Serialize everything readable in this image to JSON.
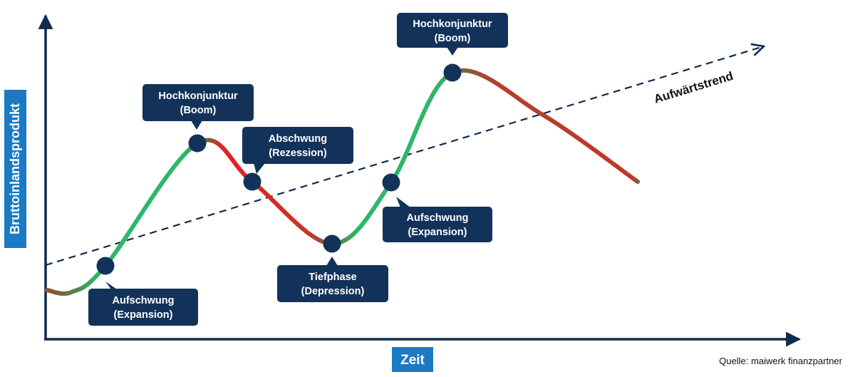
{
  "axes": {
    "y_label": "Bruttoinlandsprodukt",
    "x_label": "Zeit",
    "label_background": "#1a7ac4",
    "axis_color": "#112a4f"
  },
  "trend": {
    "label": "Aufwärtstrend",
    "color": "#112a4f"
  },
  "curve": {
    "colors": {
      "growth": "#2eb66a",
      "mid": "#6e6a3a",
      "decline": "#e32222"
    }
  },
  "callouts": [
    {
      "id": "aufschwung-1",
      "line1": "Aufschwung",
      "line2": "(Expansion)"
    },
    {
      "id": "hochkonjunktur-1",
      "line1": "Hochkonjunktur",
      "line2": "(Boom)"
    },
    {
      "id": "abschwung",
      "line1": "Abschwung",
      "line2": "(Rezession)"
    },
    {
      "id": "tiefphase",
      "line1": "Tiefphase",
      "line2": "(Depression)"
    },
    {
      "id": "aufschwung-2",
      "line1": "Aufschwung",
      "line2": "(Expansion)"
    },
    {
      "id": "hochkonjunktur-2",
      "line1": "Hochkonjunktur",
      "line2": "(Boom)"
    }
  ],
  "callout_color": "#13325a",
  "source": "Quelle: maiwerk finanzpartner"
}
